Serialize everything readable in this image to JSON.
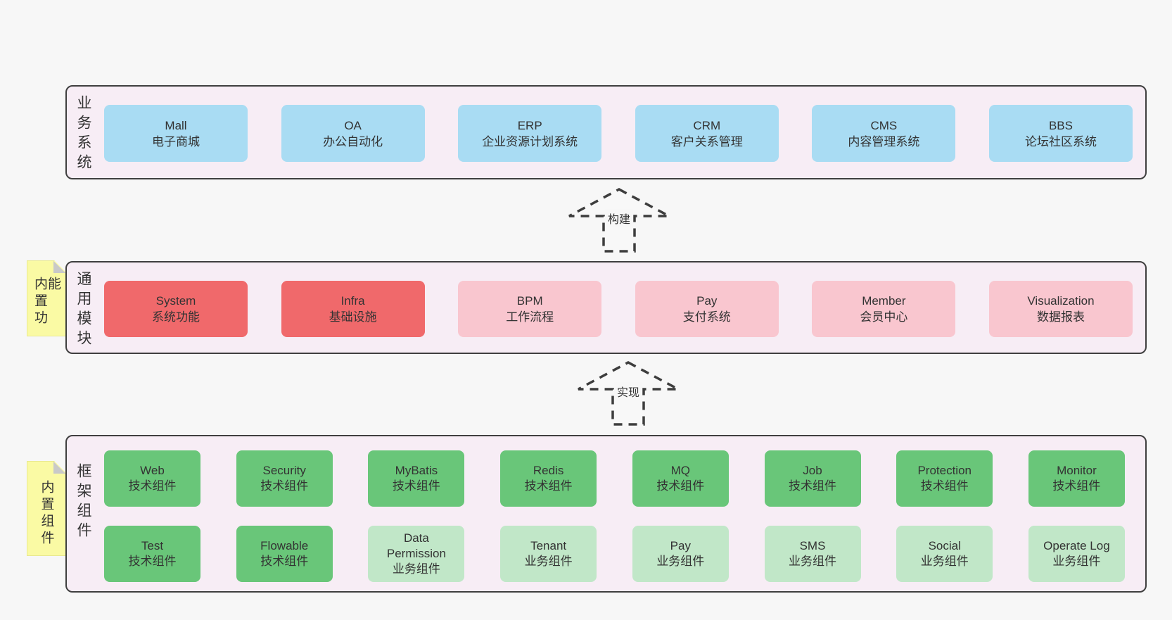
{
  "colors": {
    "page_bg": "#f7f7f7",
    "panel_bg": "#f7edf5",
    "panel_border": "#3f3f3f",
    "blue": "#a9dcf3",
    "red": "#f0696b",
    "pink": "#f9c6cf",
    "green": "#69c679",
    "lightgreen": "#c1e7c8",
    "yellow": "#fafaa4",
    "fold_gray": "#c9c9c9",
    "text": "#333333"
  },
  "sections": [
    {
      "id": "business",
      "label": "业务系统",
      "boxes": [
        {
          "name": "Mall",
          "desc": "电子商城",
          "type": "blue"
        },
        {
          "name": "OA",
          "desc": "办公自动化",
          "type": "blue"
        },
        {
          "name": "ERP",
          "desc": "企业资源计划系统",
          "type": "blue"
        },
        {
          "name": "CRM",
          "desc": "客户关系管理",
          "type": "blue"
        },
        {
          "name": "CMS",
          "desc": "内容管理系统",
          "type": "blue"
        },
        {
          "name": "BBS",
          "desc": "论坛社区系统",
          "type": "blue"
        }
      ]
    },
    {
      "id": "modules",
      "label": "通用模块",
      "tag": "内置功能",
      "boxes": [
        {
          "name": "System",
          "desc": "系统功能",
          "type": "red"
        },
        {
          "name": "Infra",
          "desc": "基础设施",
          "type": "red"
        },
        {
          "name": "BPM",
          "desc": "工作流程",
          "type": "pink"
        },
        {
          "name": "Pay",
          "desc": "支付系统",
          "type": "pink"
        },
        {
          "name": "Member",
          "desc": "会员中心",
          "type": "pink"
        },
        {
          "name": "Visualization",
          "desc": "数据报表",
          "type": "pink"
        }
      ]
    },
    {
      "id": "framework",
      "label": "框架组件",
      "tag": "内置组件",
      "rows": [
        [
          {
            "name": "Web",
            "desc": "技术组件",
            "type": "green"
          },
          {
            "name": "Security",
            "desc": "技术组件",
            "type": "green"
          },
          {
            "name": "MyBatis",
            "desc": "技术组件",
            "type": "green"
          },
          {
            "name": "Redis",
            "desc": "技术组件",
            "type": "green"
          },
          {
            "name": "MQ",
            "desc": "技术组件",
            "type": "green"
          },
          {
            "name": "Job",
            "desc": "技术组件",
            "type": "green"
          },
          {
            "name": "Protection",
            "desc": "技术组件",
            "type": "green"
          },
          {
            "name": "Monitor",
            "desc": "技术组件",
            "type": "green"
          }
        ],
        [
          {
            "name": "Test",
            "desc": "技术组件",
            "type": "green"
          },
          {
            "name": "Flowable",
            "desc": "技术组件",
            "type": "green"
          },
          {
            "name": "Data Permission",
            "desc": "业务组件",
            "type": "lightgreen"
          },
          {
            "name": "Tenant",
            "desc": "业务组件",
            "type": "lightgreen"
          },
          {
            "name": "Pay",
            "desc": "业务组件",
            "type": "lightgreen"
          },
          {
            "name": "SMS",
            "desc": "业务组件",
            "type": "lightgreen"
          },
          {
            "name": "Social",
            "desc": "业务组件",
            "type": "lightgreen"
          },
          {
            "name": "Operate Log",
            "desc": "业务组件",
            "type": "lightgreen"
          }
        ]
      ]
    }
  ],
  "arrows": [
    {
      "label": "构建"
    },
    {
      "label": "实现"
    }
  ]
}
